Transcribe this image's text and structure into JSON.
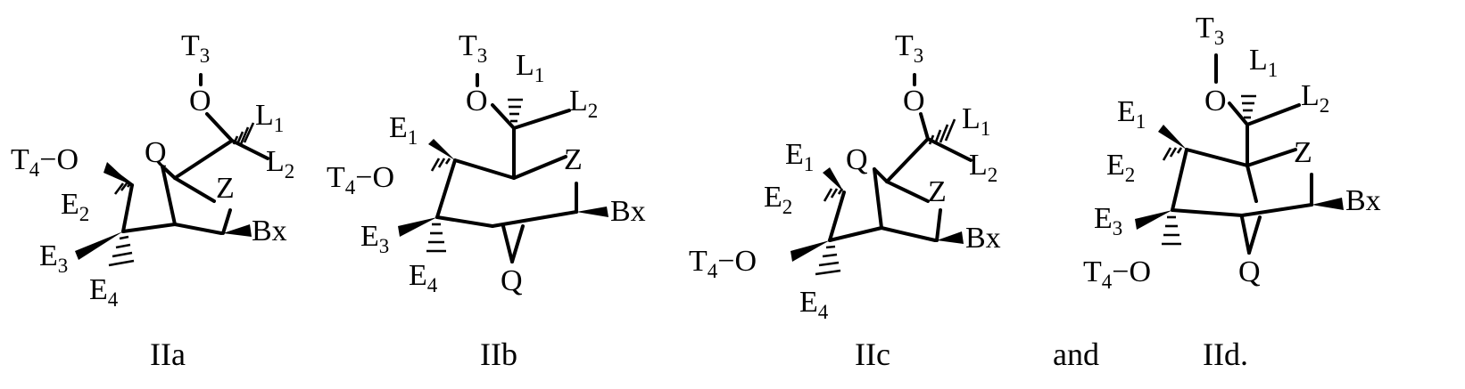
{
  "structures": [
    {
      "caption": "IIa",
      "labels": {
        "t3": "T",
        "t3_sub": "3",
        "o_top": "O",
        "l1": "L",
        "l1_sub": "1",
        "l2": "L",
        "l2_sub": "2",
        "t4o": "T",
        "t4o_sub": "4",
        "t4o_tail": "−O",
        "q": "Q",
        "z": "Z",
        "e2": "E",
        "e2_sub": "2",
        "e3": "E",
        "e3_sub": "3",
        "e4": "E",
        "e4_sub": "4",
        "bx": "Bx"
      }
    },
    {
      "caption": "IIb",
      "labels": {
        "t3": "T",
        "t3_sub": "3",
        "o_top": "O",
        "l1": "L",
        "l1_sub": "1",
        "l2": "L",
        "l2_sub": "2",
        "e1": "E",
        "e1_sub": "1",
        "t4o": "T",
        "t4o_sub": "4",
        "t4o_tail": "−O",
        "z": "Z",
        "bx": "Bx",
        "e3": "E",
        "e3_sub": "3",
        "e4": "E",
        "e4_sub": "4",
        "q": "Q"
      }
    },
    {
      "caption": "IIc",
      "labels": {
        "t3": "T",
        "t3_sub": "3",
        "o_top": "O",
        "l1": "L",
        "l1_sub": "1",
        "l2": "L",
        "l2_sub": "2",
        "e1": "E",
        "e1_sub": "1",
        "q": "Q",
        "z": "Z",
        "e2": "E",
        "e2_sub": "2",
        "bx": "Bx",
        "t4o": "T",
        "t4o_sub": "4",
        "t4o_tail": "−O",
        "e4": "E",
        "e4_sub": "4"
      }
    },
    {
      "caption": "IId.",
      "labels": {
        "t3": "T",
        "t3_sub": "3",
        "o_top": "O",
        "l1": "L",
        "l1_sub": "1",
        "l2": "L",
        "l2_sub": "2",
        "e1": "E",
        "e1_sub": "1",
        "z": "Z",
        "e2": "E",
        "e2_sub": "2",
        "bx": "Bx",
        "e3": "E",
        "e3_sub": "3",
        "t4o": "T",
        "t4o_sub": "4",
        "t4o_tail": "−O",
        "q": "Q"
      }
    }
  ],
  "conjunction": "and"
}
